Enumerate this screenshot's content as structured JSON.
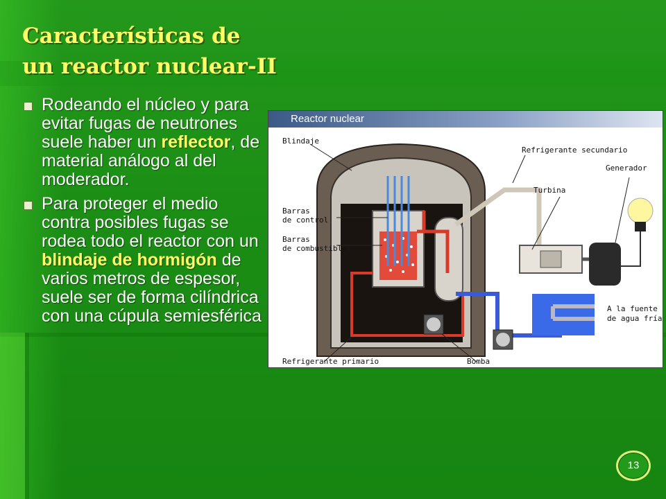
{
  "slide": {
    "title_line1": "Características de",
    "title_line2": "un reactor nuclear-II",
    "page_number": "13"
  },
  "bullets": [
    {
      "before": "Rodeando el núcleo y para evitar fugas de neutrones suele haber un ",
      "highlight": "reflector",
      "after": ", de material análogo al del moderador."
    },
    {
      "before": "Para proteger el medio contra posibles fugas se rodea todo el reactor con un ",
      "highlight": "blindaje de hormigón",
      "after": " de varios metros de espesor, suele ser de forma cilíndrica con una cúpula semiesférica"
    }
  ],
  "figure": {
    "header": "Reactor nuclear",
    "labels": {
      "blindaje": "Blindaje",
      "refrigerante_secundario": "Refrigerante secundario",
      "generador": "Generador",
      "turbina": "Turbina",
      "barras_control_1": "Barras",
      "barras_control_2": "de control",
      "barras_combustible_1": "Barras",
      "barras_combustible_2": "de combustible",
      "agua_fria_1": "A la fuente",
      "agua_fria_2": "de agua fría",
      "refrigerante_primario": "Refrigerante primario",
      "bomba": "Bomba"
    }
  },
  "colors": {
    "background": "#1a8a14",
    "title": "#ffff66",
    "highlight": "#ffff66",
    "text": "#ffffff"
  }
}
